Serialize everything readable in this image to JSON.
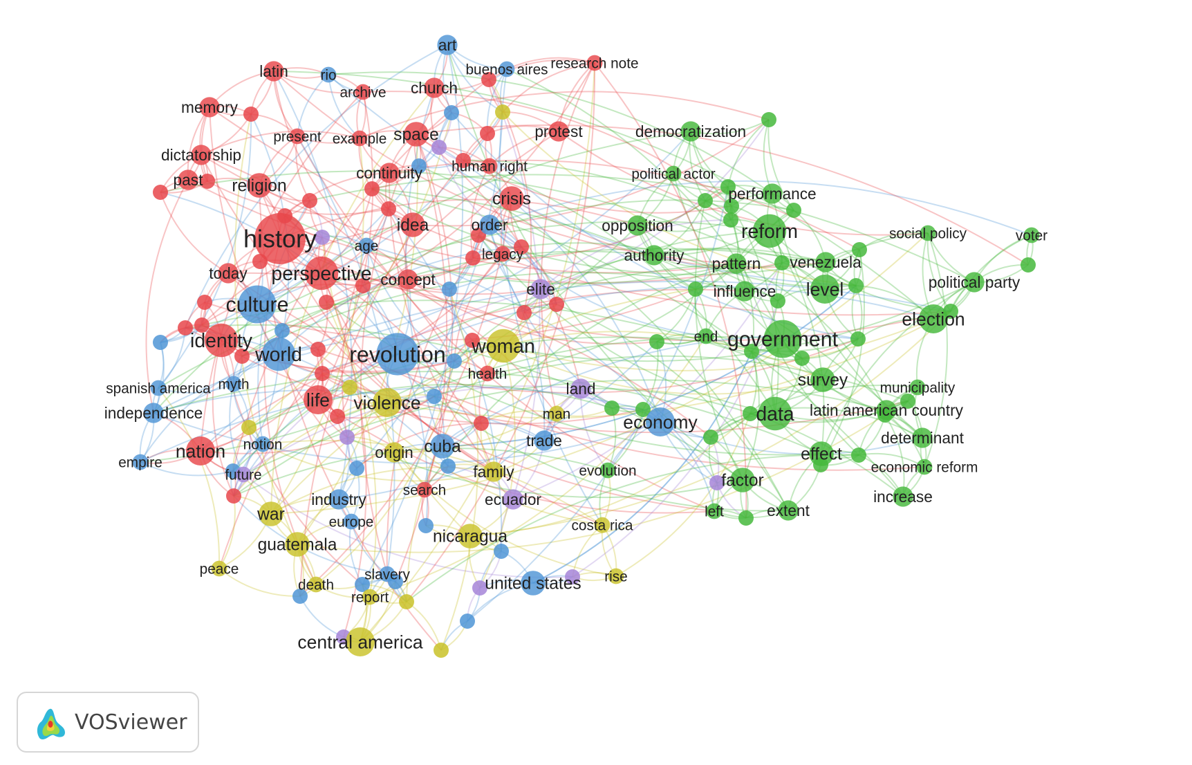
{
  "app": {
    "name": "VOSviewer",
    "logo_icon": "vosviewer-logo-icon"
  },
  "clusters": [
    {
      "id": 1,
      "color": "#e8474b"
    },
    {
      "id": 2,
      "color": "#45b83c"
    },
    {
      "id": 3,
      "color": "#4f95d6"
    },
    {
      "id": 4,
      "color": "#c9c229"
    },
    {
      "id": 5,
      "color": "#a685d8"
    }
  ],
  "nodes": [
    {
      "label": "history",
      "cluster": 1,
      "weight": 10
    },
    {
      "label": "perspective",
      "cluster": 1,
      "weight": 6
    },
    {
      "label": "culture",
      "cluster": 3,
      "weight": 7
    },
    {
      "label": "identity",
      "cluster": 1,
      "weight": 6
    },
    {
      "label": "world",
      "cluster": 3,
      "weight": 6
    },
    {
      "label": "revolution",
      "cluster": 3,
      "weight": 8
    },
    {
      "label": "woman",
      "cluster": 4,
      "weight": 6
    },
    {
      "label": "life",
      "cluster": 1,
      "weight": 5
    },
    {
      "label": "violence",
      "cluster": 4,
      "weight": 5
    },
    {
      "label": "nation",
      "cluster": 1,
      "weight": 5
    },
    {
      "label": "cuba",
      "cluster": 3,
      "weight": 4
    },
    {
      "label": "origin",
      "cluster": 4,
      "weight": 3
    },
    {
      "label": "religion",
      "cluster": 1,
      "weight": 4
    },
    {
      "label": "space",
      "cluster": 1,
      "weight": 4
    },
    {
      "label": "crisis",
      "cluster": 1,
      "weight": 4
    },
    {
      "label": "idea",
      "cluster": 1,
      "weight": 4
    },
    {
      "label": "concept",
      "cluster": 1,
      "weight": 3
    },
    {
      "label": "church",
      "cluster": 1,
      "weight": 3
    },
    {
      "label": "art",
      "cluster": 3,
      "weight": 3
    },
    {
      "label": "latin",
      "cluster": 1,
      "weight": 3
    },
    {
      "label": "rio",
      "cluster": 3,
      "weight": 2
    },
    {
      "label": "archive",
      "cluster": 1,
      "weight": 2
    },
    {
      "label": "buenos aires",
      "cluster": 3,
      "weight": 2
    },
    {
      "label": "research note",
      "cluster": 1,
      "weight": 2
    },
    {
      "label": "memory",
      "cluster": 1,
      "weight": 3
    },
    {
      "label": "present",
      "cluster": 1,
      "weight": 2
    },
    {
      "label": "example",
      "cluster": 1,
      "weight": 2
    },
    {
      "label": "protest",
      "cluster": 1,
      "weight": 3
    },
    {
      "label": "dictatorship",
      "cluster": 1,
      "weight": 3
    },
    {
      "label": "continuity",
      "cluster": 1,
      "weight": 3
    },
    {
      "label": "human right",
      "cluster": 1,
      "weight": 2
    },
    {
      "label": "past",
      "cluster": 1,
      "weight": 3
    },
    {
      "label": "order",
      "cluster": 3,
      "weight": 3
    },
    {
      "label": "age",
      "cluster": 3,
      "weight": 2
    },
    {
      "label": "legacy",
      "cluster": 1,
      "weight": 2
    },
    {
      "label": "today",
      "cluster": 1,
      "weight": 3
    },
    {
      "label": "elite",
      "cluster": 5,
      "weight": 3
    },
    {
      "label": "health",
      "cluster": 1,
      "weight": 2
    },
    {
      "label": "spanish america",
      "cluster": 3,
      "weight": 2
    },
    {
      "label": "myth",
      "cluster": 3,
      "weight": 2
    },
    {
      "label": "independence",
      "cluster": 3,
      "weight": 3
    },
    {
      "label": "notion",
      "cluster": 3,
      "weight": 2
    },
    {
      "label": "empire",
      "cluster": 3,
      "weight": 2
    },
    {
      "label": "future",
      "cluster": 5,
      "weight": 2
    },
    {
      "label": "industry",
      "cluster": 3,
      "weight": 3
    },
    {
      "label": "europe",
      "cluster": 3,
      "weight": 2
    },
    {
      "label": "search",
      "cluster": 1,
      "weight": 2
    },
    {
      "label": "war",
      "cluster": 4,
      "weight": 4
    },
    {
      "label": "guatemala",
      "cluster": 4,
      "weight": 4
    },
    {
      "label": "peace",
      "cluster": 4,
      "weight": 2
    },
    {
      "label": "death",
      "cluster": 4,
      "weight": 2
    },
    {
      "label": "slavery",
      "cluster": 3,
      "weight": 2
    },
    {
      "label": "report",
      "cluster": 4,
      "weight": 2
    },
    {
      "label": "central america",
      "cluster": 4,
      "weight": 5
    },
    {
      "label": "nicaragua",
      "cluster": 4,
      "weight": 4
    },
    {
      "label": "united states",
      "cluster": 3,
      "weight": 4
    },
    {
      "label": "ecuador",
      "cluster": 5,
      "weight": 3
    },
    {
      "label": "family",
      "cluster": 4,
      "weight": 3
    },
    {
      "label": "land",
      "cluster": 5,
      "weight": 3
    },
    {
      "label": "man",
      "cluster": 4,
      "weight": 2
    },
    {
      "label": "trade",
      "cluster": 3,
      "weight": 3
    },
    {
      "label": "economy",
      "cluster": 3,
      "weight": 5
    },
    {
      "label": "evolution",
      "cluster": 2,
      "weight": 2
    },
    {
      "label": "costa rica",
      "cluster": 4,
      "weight": 2
    },
    {
      "label": "rise",
      "cluster": 4,
      "weight": 2
    },
    {
      "label": "democratization",
      "cluster": 2,
      "weight": 3
    },
    {
      "label": "political actor",
      "cluster": 2,
      "weight": 2
    },
    {
      "label": "performance",
      "cluster": 2,
      "weight": 3
    },
    {
      "label": "opposition",
      "cluster": 2,
      "weight": 3
    },
    {
      "label": "reform",
      "cluster": 2,
      "weight": 6
    },
    {
      "label": "social policy",
      "cluster": 2,
      "weight": 2
    },
    {
      "label": "voter",
      "cluster": 2,
      "weight": 2
    },
    {
      "label": "authority",
      "cluster": 2,
      "weight": 3
    },
    {
      "label": "pattern",
      "cluster": 2,
      "weight": 3
    },
    {
      "label": "venezuela",
      "cluster": 2,
      "weight": 3
    },
    {
      "label": "influence",
      "cluster": 2,
      "weight": 3
    },
    {
      "label": "level",
      "cluster": 2,
      "weight": 5
    },
    {
      "label": "political party",
      "cluster": 2,
      "weight": 3
    },
    {
      "label": "election",
      "cluster": 2,
      "weight": 5
    },
    {
      "label": "end",
      "cluster": 2,
      "weight": 2
    },
    {
      "label": "government",
      "cluster": 2,
      "weight": 7
    },
    {
      "label": "survey",
      "cluster": 2,
      "weight": 4
    },
    {
      "label": "municipality",
      "cluster": 2,
      "weight": 2
    },
    {
      "label": "data",
      "cluster": 2,
      "weight": 6
    },
    {
      "label": "latin american country",
      "cluster": 2,
      "weight": 3
    },
    {
      "label": "determinant",
      "cluster": 2,
      "weight": 3
    },
    {
      "label": "effect",
      "cluster": 2,
      "weight": 4
    },
    {
      "label": "economic reform",
      "cluster": 2,
      "weight": 2
    },
    {
      "label": "factor",
      "cluster": 2,
      "weight": 4
    },
    {
      "label": "left",
      "cluster": 2,
      "weight": 2
    },
    {
      "label": "extent",
      "cluster": 2,
      "weight": 3
    },
    {
      "label": "increase",
      "cluster": 2,
      "weight": 3
    }
  ]
}
